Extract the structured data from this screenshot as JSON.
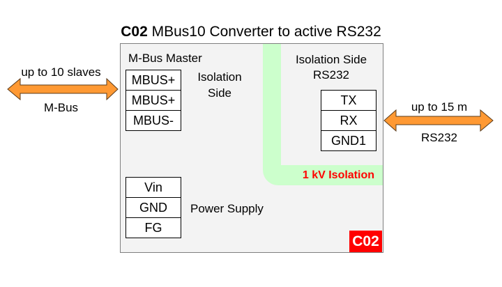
{
  "title": {
    "prefix": "C02",
    "text": "MBus10 Converter to active RS232"
  },
  "left_link": {
    "top_label": "up to 10 slaves",
    "bottom_label": "M-Bus",
    "arrow_color": "#ff9933"
  },
  "right_link": {
    "top_label": "up to 15 m",
    "bottom_label": "RS232",
    "arrow_color": "#ff9933"
  },
  "device": {
    "mbus_section_label": "M-Bus Master",
    "mbus_side_label_line1": "Isolation",
    "mbus_side_label_line2": "Side",
    "mbus_pins": [
      "MBUS+",
      "MBUS+",
      "MBUS-"
    ],
    "rs232_section_label_line1": "Isolation Side",
    "rs232_section_label_line2": "RS232",
    "rs232_pins": [
      "TX",
      "RX",
      "GND1"
    ],
    "isolation_label": "1 kV Isolation",
    "isolation_color": "#ccffcc",
    "isolation_text_color": "#ff0000",
    "power_pins": [
      "Vin",
      "GND",
      "FG"
    ],
    "power_label": "Power Supply",
    "badge": "C02",
    "badge_color": "#ff0000"
  }
}
